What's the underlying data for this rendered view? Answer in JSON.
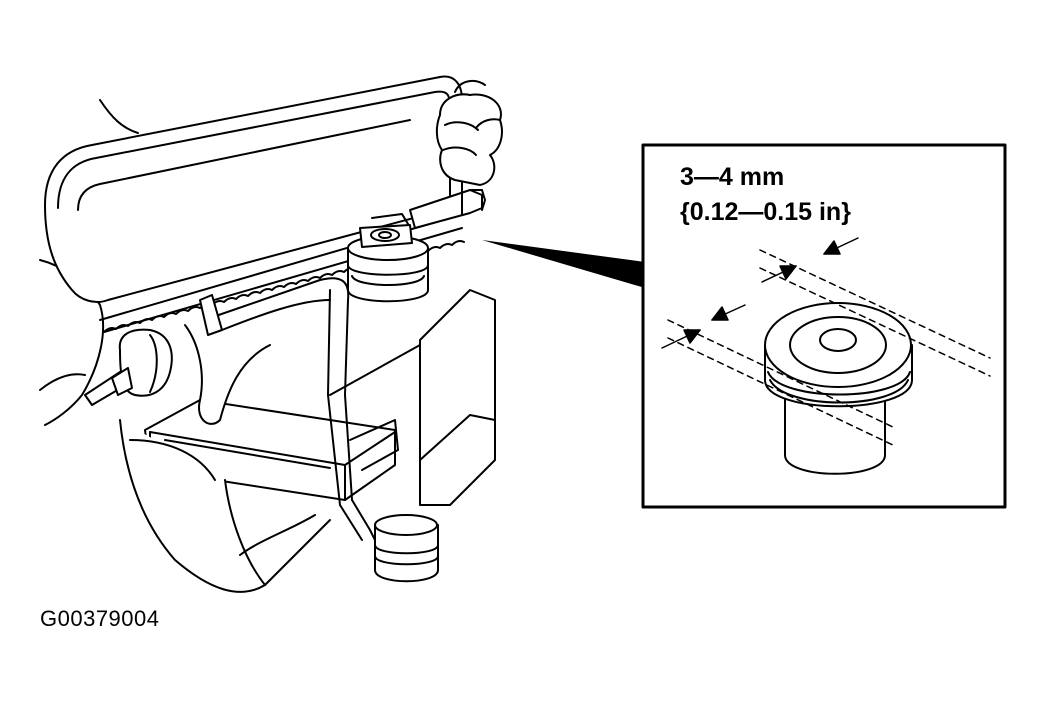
{
  "detail": {
    "dimension_mm": "3—4 mm",
    "dimension_in": "{0.12—0.15 in}"
  },
  "figure_id": "G00379004",
  "colors": {
    "line": "#000000",
    "background": "#ffffff"
  }
}
